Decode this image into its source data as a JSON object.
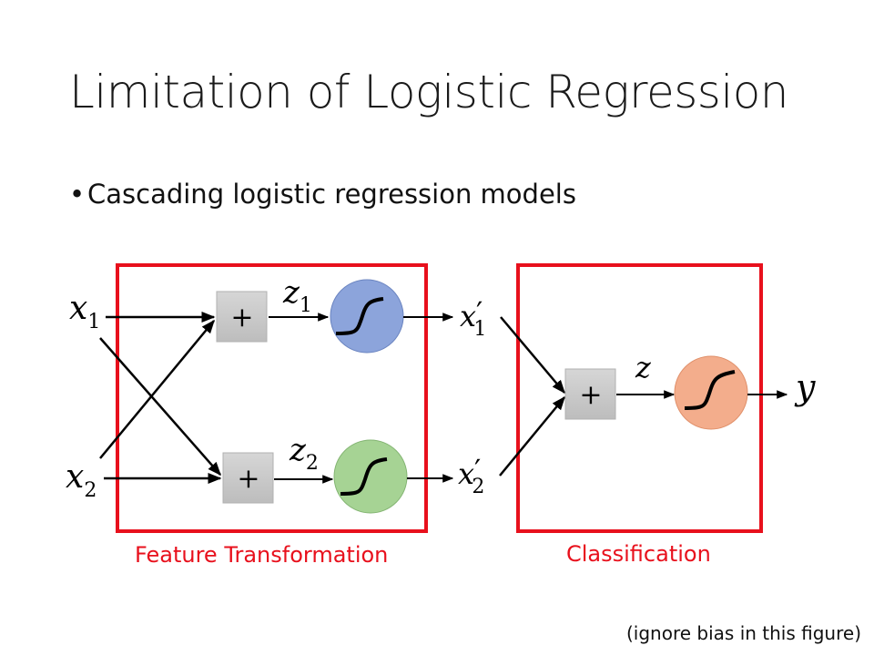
{
  "slide": {
    "title": "Limitation of Logistic Regression",
    "bullet": "Cascading logistic regression models",
    "bullet_symbol": "•",
    "note": "(ignore bias in this figure)"
  },
  "diagram": {
    "inputs": {
      "x1": {
        "base": "x",
        "sub": "1"
      },
      "x2": {
        "base": "x",
        "sub": "2"
      }
    },
    "feature_block": {
      "caption": "Feature Transformation",
      "sum_symbol": "+",
      "z1": {
        "base": "z",
        "sub": "1"
      },
      "z2": {
        "base": "z",
        "sub": "2"
      },
      "neuron1_color": "#7f9ad6",
      "neuron2_color": "#9fcf8a"
    },
    "intermediate": {
      "x1p": {
        "base": "x",
        "prime": "′",
        "sub": "1"
      },
      "x2p": {
        "base": "x",
        "prime": "′",
        "sub": "2"
      }
    },
    "classification_block": {
      "caption": "Classification",
      "sum_symbol": "+",
      "z": "z",
      "neuron_color": "#f2a27c"
    },
    "output": "y",
    "box_color": "#e8101c"
  }
}
